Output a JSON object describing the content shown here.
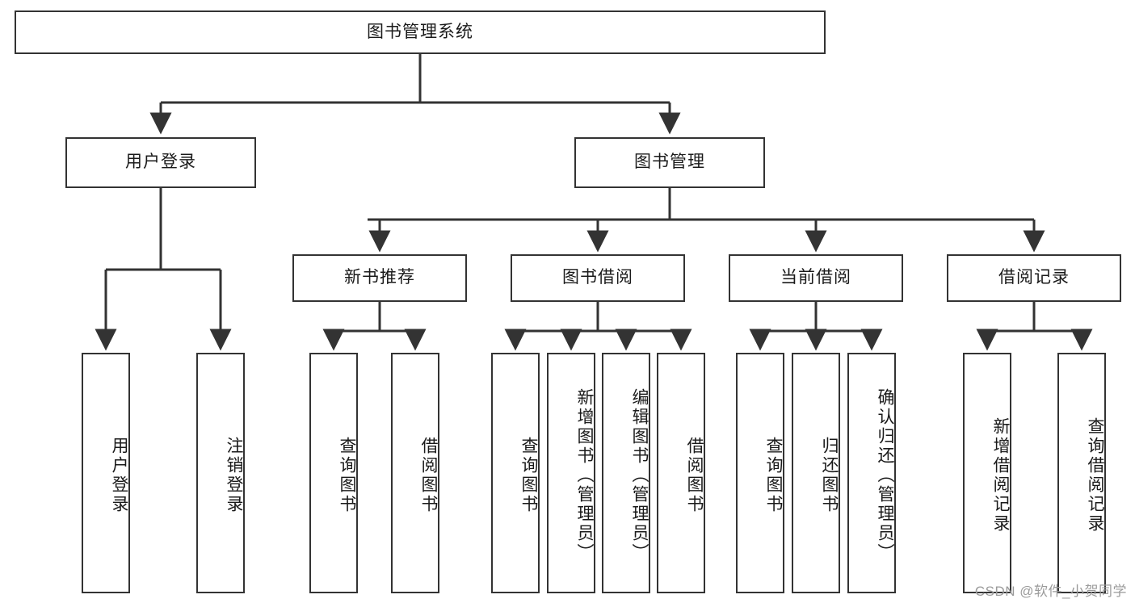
{
  "diagram": {
    "type": "tree-hierarchy-chart",
    "title": "图书管理系统",
    "line_color": "#333333",
    "box_fill": "#ffffff",
    "text_color": "#1a1a1a",
    "nodes": {
      "root": {
        "label": "图书管理系统"
      },
      "level2": [
        {
          "id": "user-login",
          "label": "用户登录"
        },
        {
          "id": "book-management",
          "label": "图书管理"
        }
      ],
      "level3": [
        {
          "id": "new-book-recommend",
          "label": "新书推荐"
        },
        {
          "id": "book-borrow",
          "label": "图书借阅"
        },
        {
          "id": "current-borrow",
          "label": "当前借阅"
        },
        {
          "id": "borrow-record",
          "label": "借阅记录"
        }
      ],
      "leaves": [
        {
          "id": "leaf-user-login",
          "label": "用户登录",
          "parent": "user-login"
        },
        {
          "id": "leaf-logout-login",
          "label": "注销登录",
          "parent": "user-login"
        },
        {
          "id": "leaf-query-book-1",
          "label": "查询图书",
          "parent": "new-book-recommend"
        },
        {
          "id": "leaf-borrow-book-1",
          "label": "借阅图书",
          "parent": "new-book-recommend"
        },
        {
          "id": "leaf-query-book-2",
          "label": "查询图书",
          "parent": "book-borrow"
        },
        {
          "id": "leaf-add-book-admin",
          "label": "新增图书（管理员）",
          "parent": "book-borrow"
        },
        {
          "id": "leaf-edit-book-admin",
          "label": "编辑图书（管理员）",
          "parent": "book-borrow"
        },
        {
          "id": "leaf-borrow-book-2",
          "label": "借阅图书",
          "parent": "book-borrow"
        },
        {
          "id": "leaf-query-book-3",
          "label": "查询图书",
          "parent": "current-borrow"
        },
        {
          "id": "leaf-return-book",
          "label": "归还图书",
          "parent": "current-borrow"
        },
        {
          "id": "leaf-confirm-return-admin",
          "label": "确认归还（管理员）",
          "parent": "current-borrow"
        },
        {
          "id": "leaf-add-borrow-record",
          "label": "新增借阅记录",
          "parent": "borrow-record"
        },
        {
          "id": "leaf-query-borrow-record",
          "label": "查询借阅记录",
          "parent": "borrow-record"
        }
      ]
    },
    "watermark": "CSDN @软件_小贺同学"
  }
}
